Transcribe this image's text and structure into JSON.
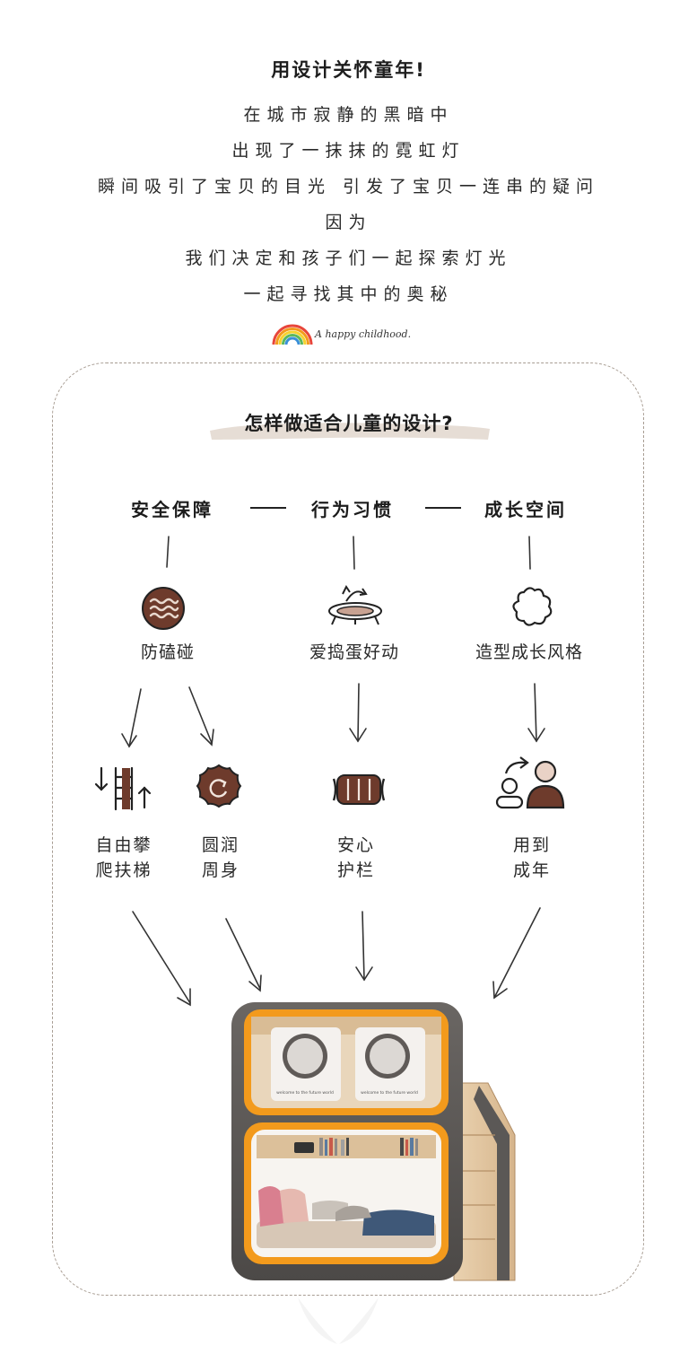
{
  "intro": {
    "title": "用设计关怀童年!",
    "lines": [
      "在城市寂静的黑暗中",
      "出现了一抹抹的霓虹灯",
      "瞬间吸引了宝贝的目光  引发了宝贝一连串的疑问",
      "因为",
      "我们决定和孩子们一起探索灯光",
      "一起寻找其中的奥秘"
    ],
    "tagline": "A happy childhood.",
    "rainbow_icon": "rainbow-icon"
  },
  "design": {
    "question": "怎样做适合儿童的设计?",
    "pillars": [
      {
        "heading": "安全保障",
        "icon": "wave-circle-icon",
        "label": "防磕碰"
      },
      {
        "heading": "行为习惯",
        "icon": "trampoline-icon",
        "label": "爱捣蛋好动"
      },
      {
        "heading": "成长空间",
        "icon": "puzzle-shape-icon",
        "label": "造型成长风格"
      }
    ],
    "features": [
      {
        "icon": "ladder-icon",
        "line1": "自由攀",
        "line2": "爬扶梯"
      },
      {
        "icon": "rounded-badge-icon",
        "line1": "圆润",
        "line2": "周身"
      },
      {
        "icon": "guardrail-icon",
        "line1": "安心",
        "line2": "护栏"
      },
      {
        "icon": "growth-people-icon",
        "line1": "用到",
        "line2": "成年"
      }
    ],
    "product": {
      "panel_text_left": "welcome to the future world",
      "panel_text_right": "welcome to the future world"
    }
  },
  "colors": {
    "accent_brown": "#6e3b2c",
    "glow_orange": "#f39a1c",
    "frame_dash": "#a89d93"
  }
}
